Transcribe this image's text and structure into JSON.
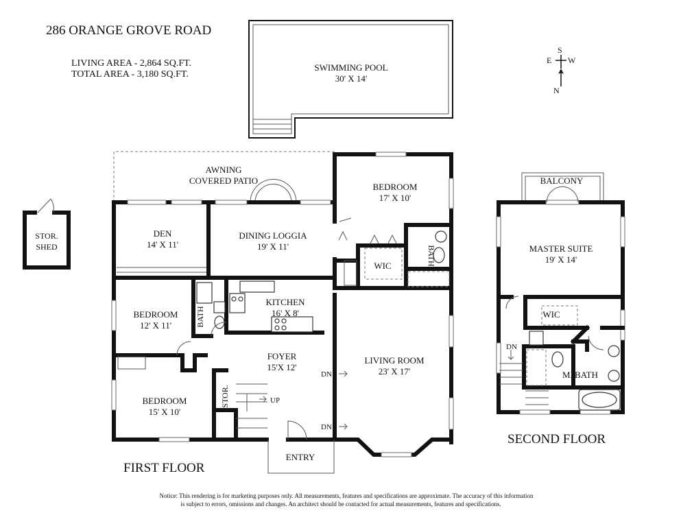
{
  "header": {
    "address": "286 ORANGE GROVE ROAD",
    "living_area": "LIVING AREA - 2,864 SQ.FT.",
    "total_area": "TOTAL AREA - 3,180 SQ.FT."
  },
  "compass": {
    "s": "S",
    "e": "E",
    "w": "W",
    "n": "N"
  },
  "pool": {
    "name": "SWIMMING POOL",
    "size": "30' X 14'"
  },
  "shed": {
    "line1": "STOR.",
    "line2": "SHED"
  },
  "first_floor": {
    "title": "FIRST FLOOR",
    "patio": {
      "line1": "AWNING",
      "line2": "COVERED PATIO"
    },
    "den": {
      "name": "DEN",
      "size": "14' X 11'"
    },
    "dining": {
      "name": "DINING LOGGIA",
      "size": "19' X 11'"
    },
    "bedroom_ne": {
      "name": "BEDROOM",
      "size": "17' X 10'"
    },
    "wic": "WIC",
    "bath_ne": "BATH",
    "kitchen": {
      "name": "KITCHEN",
      "size": "16' X 8'"
    },
    "bedroom_w": {
      "name": "BEDROOM",
      "size": "12' X 11'"
    },
    "bath_w": "BATH",
    "foyer": {
      "name": "FOYER",
      "size": "15'X 12'"
    },
    "living": {
      "name": "LIVING ROOM",
      "size": "23' X 17'"
    },
    "bedroom_sw": {
      "name": "BEDROOM",
      "size": "15' X 10'"
    },
    "storage": "STOR.",
    "up": "UP",
    "dn1": "DN",
    "dn2": "DN",
    "entry": "ENTRY"
  },
  "second_floor": {
    "title": "SECOND FLOOR",
    "balcony": "BALCONY",
    "master": {
      "name": "MASTER SUITE",
      "size": "19' X 14'"
    },
    "wic": "WIC",
    "bath": "M. BATH",
    "dn": "DN"
  },
  "notice": {
    "line1": "Notice: This rendering is for marketing purposes only. All measurements, features and specifications are approximate. The accuracy of this information",
    "line2": "is subject to errors, omissions and changes. An architect should be contacted for actual measurements, features and specifications."
  }
}
